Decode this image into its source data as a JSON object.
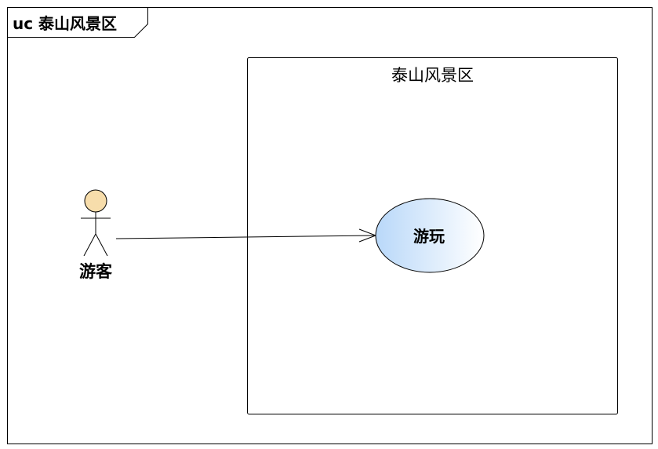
{
  "frame": {
    "title": "uc 泰山风景区"
  },
  "system": {
    "title": "泰山风景区"
  },
  "actor": {
    "name": "游客"
  },
  "usecase": {
    "name": "游玩"
  },
  "colors": {
    "line": "#000000",
    "actor_head_fill": "#f7ddab",
    "usecase_fill_light": "#ffffff",
    "usecase_fill_dark": "#b9d8f9",
    "background": "#ffffff"
  },
  "relationship": {
    "type": "association",
    "from": "actor",
    "to": "usecase",
    "arrow": "open"
  }
}
